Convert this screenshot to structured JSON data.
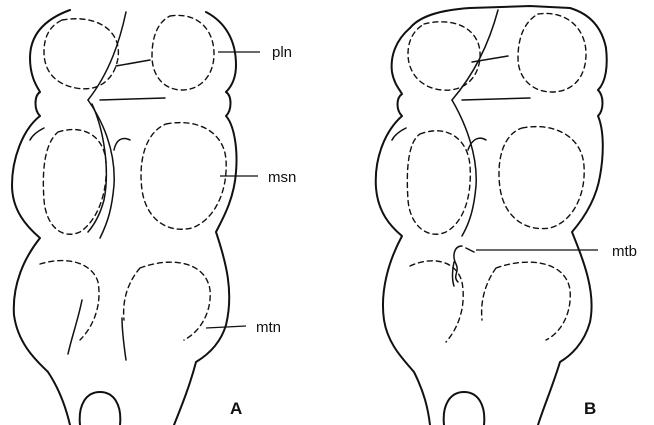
{
  "figure": {
    "panels": [
      {
        "id": "A",
        "label": "A"
      },
      {
        "id": "B",
        "label": "B"
      }
    ],
    "labels": {
      "pln": "pln",
      "msn": "msn",
      "mtn": "mtn",
      "mtb": "mtb"
    }
  }
}
